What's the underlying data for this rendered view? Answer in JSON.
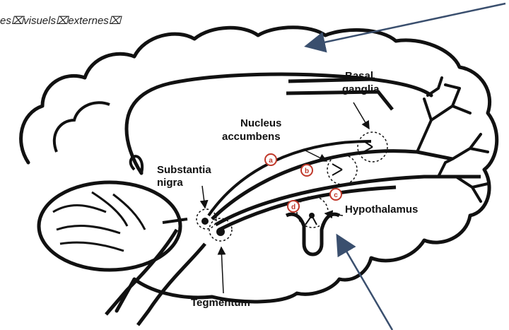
{
  "caption": "es⌧visuels⌧externes⌧",
  "labels": {
    "basal_line1": "Basal",
    "basal_line2": "ganglia",
    "nucleus_line1": "Nucleus",
    "nucleus_line2": "accumbens",
    "substantia_line1": "Substantia",
    "substantia_line2": "nigra",
    "hypothalamus": "Hypothalamus",
    "tegmentum": "Tegmentum"
  },
  "markers": {
    "a": "a",
    "b": "b",
    "c": "c",
    "d": "d"
  },
  "colors": {
    "pointer": "#3a4f6e",
    "marker": "#c0392b",
    "ink": "#111111"
  }
}
